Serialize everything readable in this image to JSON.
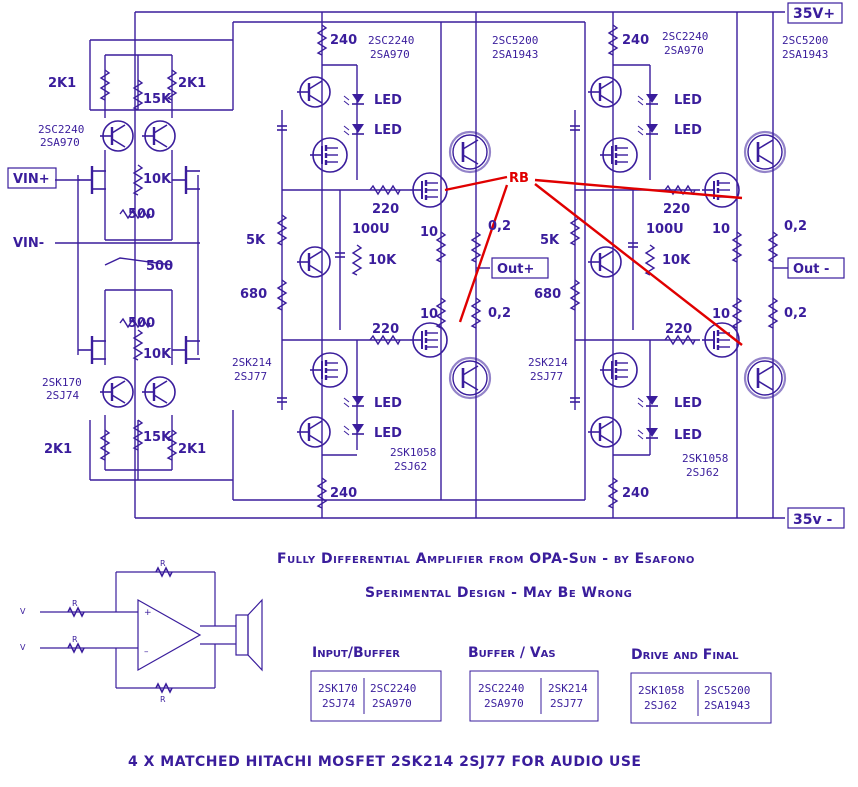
{
  "rails": {
    "positive": "35V+",
    "negative": "35v -"
  },
  "inputs": {
    "vin_plus": "VIN+",
    "vin_minus": "VIN-"
  },
  "outputs": {
    "out_plus": "Out+",
    "out_minus": "Out -"
  },
  "marker": "RB",
  "input_stage": {
    "r_2k1": "2K1",
    "r_15k": "15K",
    "r_10k": "10K",
    "r_500": "500",
    "top_pair": [
      "2SC2240",
      "2SA970"
    ],
    "jfet_pair": [
      "2SK170",
      "2SJ74"
    ]
  },
  "vas": {
    "r_240": "240",
    "led": "LED",
    "r_5k": "5K",
    "r_680": "680",
    "r_220": "220",
    "cap_100u": "100U",
    "r_10k": "10K",
    "driver_top": [
      "2SC2240",
      "2SA970"
    ],
    "mosfet": [
      "2SK214",
      "2SJ77"
    ],
    "driver_bot": [
      "2SK1058",
      "2SJ62"
    ]
  },
  "output": {
    "r_10": "10",
    "r_02": "0,2",
    "final": [
      "2SC5200",
      "2SA1943"
    ]
  },
  "titles": {
    "main": "Fully Differential Amplifier from OPA-Sun  -  by Esafono",
    "sub": "Sperimental Design - May Be Wrong",
    "footer": "4 X MATCHED HITACHI MOSFET 2SK214 2SJ77 FOR AUDIO USE"
  },
  "schematic": {
    "vin_p": "V",
    "vin_n": "V",
    "rf": "R",
    "rg": "R"
  },
  "tables": [
    {
      "heading": "Input/Buffer",
      "left": [
        "2SK170",
        "2SJ74"
      ],
      "right": [
        "2SC2240",
        "2SA970"
      ]
    },
    {
      "heading": "Buffer / Vas",
      "left": [
        "2SC2240",
        "2SA970"
      ],
      "right": [
        "2SK214",
        "2SJ77"
      ]
    },
    {
      "heading": "Drive and Final",
      "left": [
        "2SK1058",
        "2SJ62"
      ],
      "right": [
        "2SC5200",
        "2SA1943"
      ]
    }
  ],
  "colors": {
    "ink": "#3a1d9c",
    "highlight": "#e00000",
    "background": "#ffffff"
  }
}
